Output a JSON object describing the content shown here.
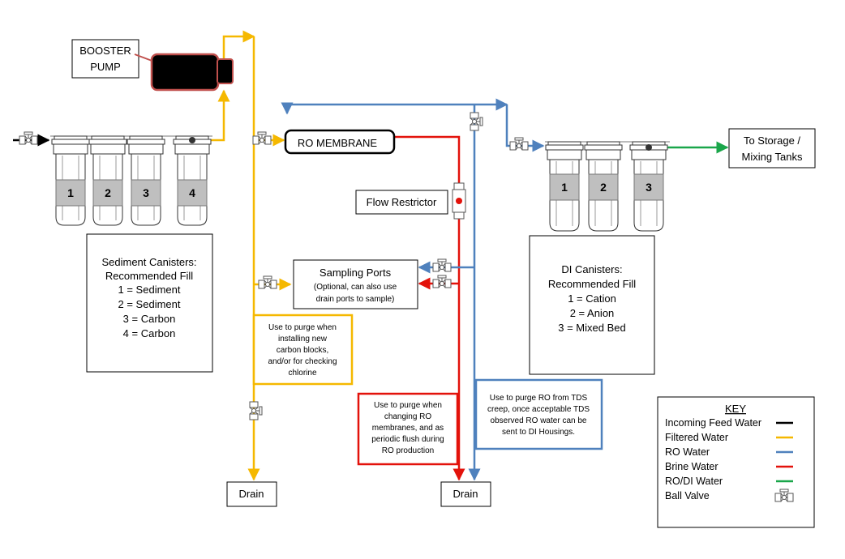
{
  "colors": {
    "incoming_feed": "#000000",
    "filtered": "#f5b800",
    "ro": "#4f81bd",
    "brine": "#e3120b",
    "rodi": "#1aa64a",
    "pump_fill": "#000000",
    "pump_border": "#c0504d",
    "canister_band": "#bfbfbf",
    "brine_note_border": "#e3120b",
    "ro_note_border": "#4f81bd",
    "filtered_note_border": "#f5b800"
  },
  "booster_pump": {
    "label_line1": "BOOSTER",
    "label_line2": "PUMP"
  },
  "sediment_canisters": {
    "numbers": [
      "1",
      "2",
      "3",
      "4"
    ],
    "legend": {
      "title_line1": "Sediment Canisters:",
      "title_line2": "Recommended Fill",
      "items": [
        "1 = Sediment",
        "2 = Sediment",
        "3 = Carbon",
        "4 = Carbon"
      ]
    }
  },
  "ro_membrane": {
    "label": "RO MEMBRANE"
  },
  "flow_restrictor": {
    "label": "Flow Restrictor"
  },
  "sampling_ports": {
    "title": "Sampling Ports",
    "note_line1": "(Optional, can also use",
    "note_line2": "drain ports to sample)"
  },
  "di_canisters": {
    "numbers": [
      "1",
      "2",
      "3"
    ],
    "legend": {
      "title_line1": "DI Canisters:",
      "title_line2": "Recommended Fill",
      "items": [
        "1 = Cation",
        "2 = Anion",
        "3 = Mixed Bed"
      ]
    }
  },
  "storage": {
    "label_line1": "To Storage /",
    "label_line2": "Mixing Tanks"
  },
  "notes": {
    "filtered": [
      "Use to purge when",
      "installing new",
      "carbon blocks,",
      "and/or for checking",
      "chlorine"
    ],
    "brine": [
      "Use to purge when",
      "changing RO",
      "membranes, and as",
      "periodic flush during",
      "RO production"
    ],
    "ro": [
      "Use to purge RO from TDS",
      "creep, once acceptable TDS",
      "observed RO water can be",
      "sent to DI Housings."
    ]
  },
  "drains": {
    "left": "Drain",
    "right": "Drain"
  },
  "key": {
    "title": "KEY",
    "items": [
      {
        "label": "Incoming Feed Water",
        "type": "line",
        "color_key": "incoming_feed"
      },
      {
        "label": "Filtered Water",
        "type": "line",
        "color_key": "filtered"
      },
      {
        "label": "RO Water",
        "type": "line",
        "color_key": "ro"
      },
      {
        "label": "Brine Water",
        "type": "line",
        "color_key": "brine"
      },
      {
        "label": "RO/DI Water",
        "type": "line",
        "color_key": "rodi"
      },
      {
        "label": "Ball Valve",
        "type": "valve",
        "color_key": ""
      }
    ]
  }
}
